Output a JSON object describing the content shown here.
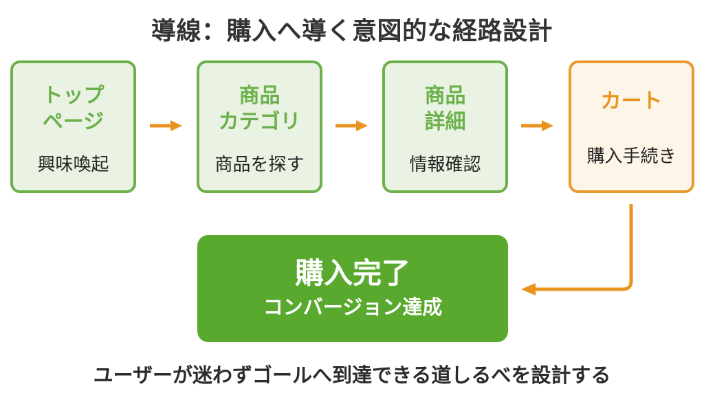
{
  "title": "導線：購入へ導く意図的な経路設計",
  "steps": [
    {
      "title": "トップ\nページ",
      "subtitle": "興味喚起",
      "variant": "green"
    },
    {
      "title": "商品\nカテゴリ",
      "subtitle": "商品を探す",
      "variant": "green"
    },
    {
      "title": "商品\n詳細",
      "subtitle": "情報確認",
      "variant": "green"
    },
    {
      "title": "カート",
      "subtitle": "購入手続き",
      "variant": "orange"
    }
  ],
  "goal": {
    "title": "購入完了",
    "subtitle": "コンバージョン達成"
  },
  "caption": "ユーザーが迷わずゴールへ到達できる道しるべを設計する",
  "colors": {
    "green_border": "#6bb04a",
    "green_fill": "#eaf3e3",
    "green_solid": "#5aa92f",
    "orange": "#e8941f",
    "orange_border": "#e9992d",
    "orange_fill": "#fdf6e8",
    "title_text": "#333333",
    "body_text": "#222222",
    "goal_text": "#ffffff"
  }
}
